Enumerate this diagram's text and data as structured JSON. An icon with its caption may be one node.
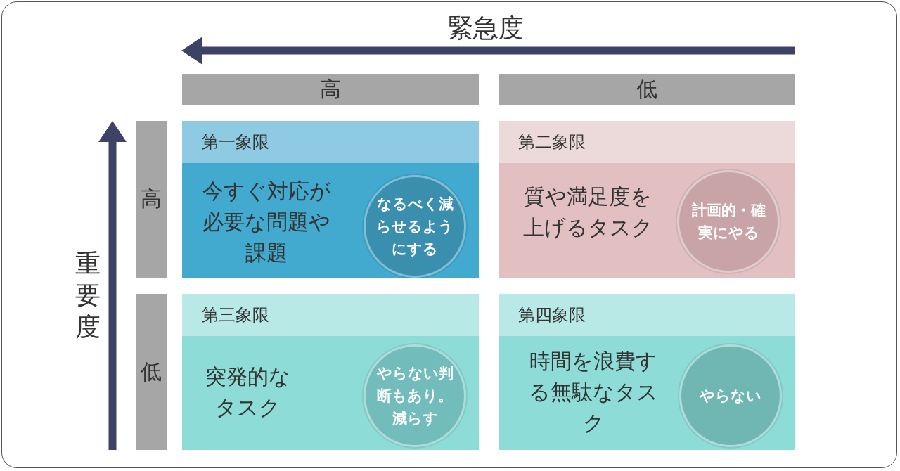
{
  "diagram": {
    "nodes": [
      {
        "text": [
          "高"
        ]
      },
      {
        "text": [
          "低"
        ]
      },
      {
        "text": [
          "高"
        ]
      },
      {
        "text": [
          "第一象限",
          "今すぐ対応が必要な問題や課題"
        ]
      },
      {
        "text": [
          "なるべく減らせるようにする"
        ],
        "in": 3
      },
      {
        "text": [
          "第二象限",
          "質や満足度を上げるタスク"
        ]
      },
      {
        "text": [
          "計画的・確実にやる"
        ],
        "in": 5
      },
      {
        "text": [
          "低"
        ]
      },
      {
        "text": [
          "第三象限",
          "突発的なタスク"
        ]
      },
      {
        "text": [
          "やらない判断もあり。減らす"
        ],
        "in": 8
      },
      {
        "text": [
          "第四象限",
          "時間を浪費する無駄なタスク"
        ]
      },
      {
        "text": [
          "やらない"
        ],
        "in": 10
      }
    ],
    "labels": [
      "緊急度",
      "重要度"
    ]
  }
}
